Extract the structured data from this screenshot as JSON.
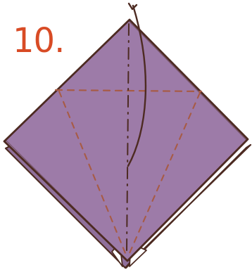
{
  "step": {
    "number": "10."
  },
  "colors": {
    "paper_fill": "#9d7ba8",
    "paper_fill_back": "#8f6f9b",
    "outline": "#4d2b22",
    "fold_line": "#a75b45",
    "step_number": "#d84b25",
    "background": "#ffffff"
  },
  "icons": {
    "fold_arrow": "curved-arrow-up-icon",
    "valley_fold": "dashed-line",
    "mountain_fold": "dash-dot-line"
  }
}
